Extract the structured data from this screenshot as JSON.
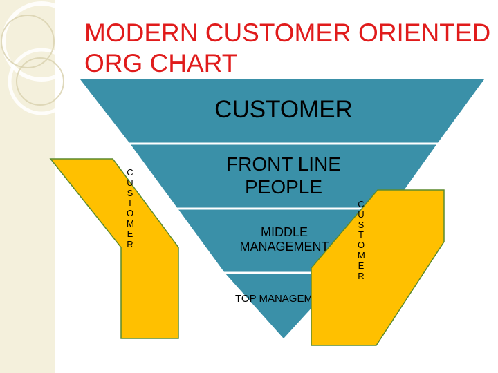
{
  "slide": {
    "title": "MODERN CUSTOMER ORIENTED ORG CHART"
  },
  "pyramid": {
    "tiers": [
      {
        "label": "CUSTOMER"
      },
      {
        "label": "FRONT LINE PEOPLE"
      },
      {
        "label": "MIDDLE MANAGEMENT"
      },
      {
        "label": "TOP MANAGEMENT"
      }
    ]
  },
  "side_labels": {
    "left": "CUSTOMER",
    "right": "CUSTOMER"
  },
  "colors": {
    "title": "#e01b1b",
    "tier_fill": "#3a90a8",
    "tier_divider": "#ffffff",
    "parallelogram_fill": "#ffc000",
    "parallelogram_border": "#5c8a2e",
    "side_panel": "#f4f0dc"
  }
}
